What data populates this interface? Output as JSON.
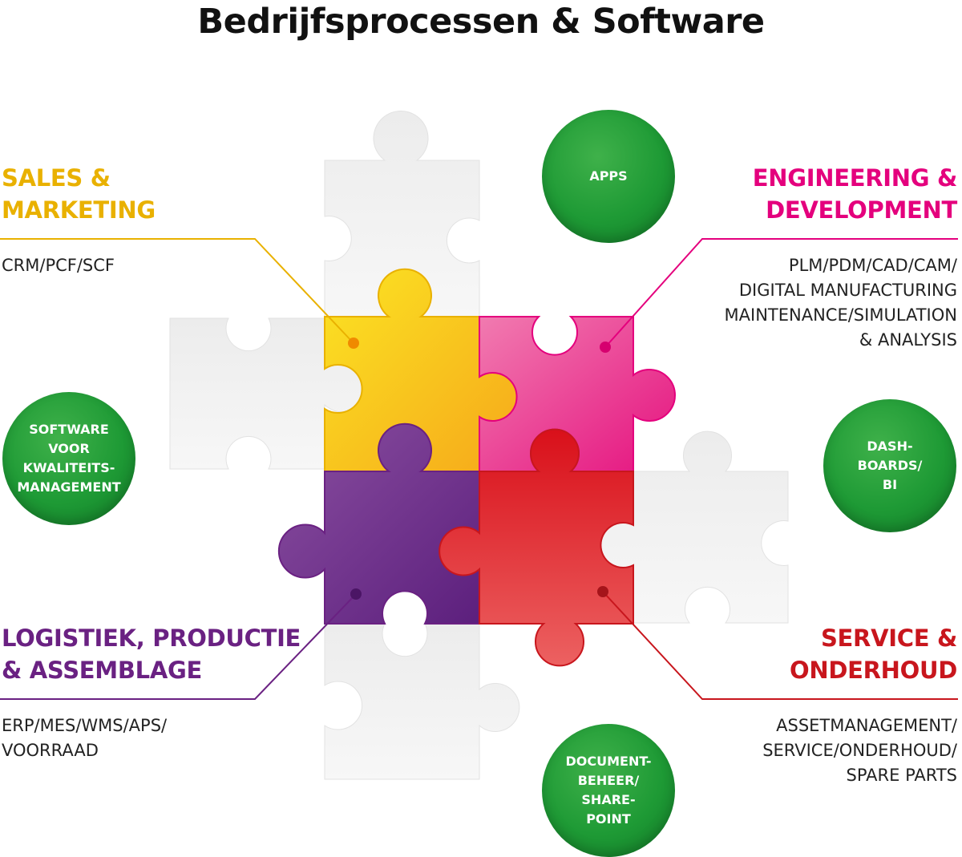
{
  "title": "Bedrijfsprocessen & Software",
  "colors": {
    "sales": "#e9b100",
    "engineering": "#e4007d",
    "logistics": "#6a2182",
    "service": "#c8161d",
    "circle_green": "#1e9a35"
  },
  "sections": {
    "sales": {
      "heading": [
        "SALES &",
        "MARKETING"
      ],
      "systems": [
        "CRM/PCF/SCF"
      ]
    },
    "engineering": {
      "heading": [
        "ENGINEERING &",
        "DEVELOPMENT"
      ],
      "systems": [
        "PLM/PDM/CAD/CAM/",
        "DIGITAL MANUFACTURING",
        "MAINTENANCE/SIMULATION",
        "& ANALYSIS"
      ]
    },
    "logistics": {
      "heading": [
        "LOGISTIEK, PRODUCTIE",
        "& ASSEMBLAGE"
      ],
      "systems": [
        "ERP/MES/WMS/APS/",
        "VOORRAAD"
      ]
    },
    "service": {
      "heading": [
        "SERVICE &",
        "ONDERHOUD"
      ],
      "systems": [
        "ASSETMANAGEMENT/",
        "SERVICE/ONDERHOUD/",
        "SPARE PARTS"
      ]
    }
  },
  "circles": {
    "apps": [
      "APPS"
    ],
    "quality": [
      "SOFTWARE",
      "VOOR",
      "KWALITEITS-",
      "MANAGEMENT"
    ],
    "dashboards": [
      "DASH-",
      "BOARDS/",
      "BI"
    ],
    "documents": [
      "DOCUMENT-",
      "BEHEER/",
      "SHARE-",
      "POINT"
    ]
  }
}
